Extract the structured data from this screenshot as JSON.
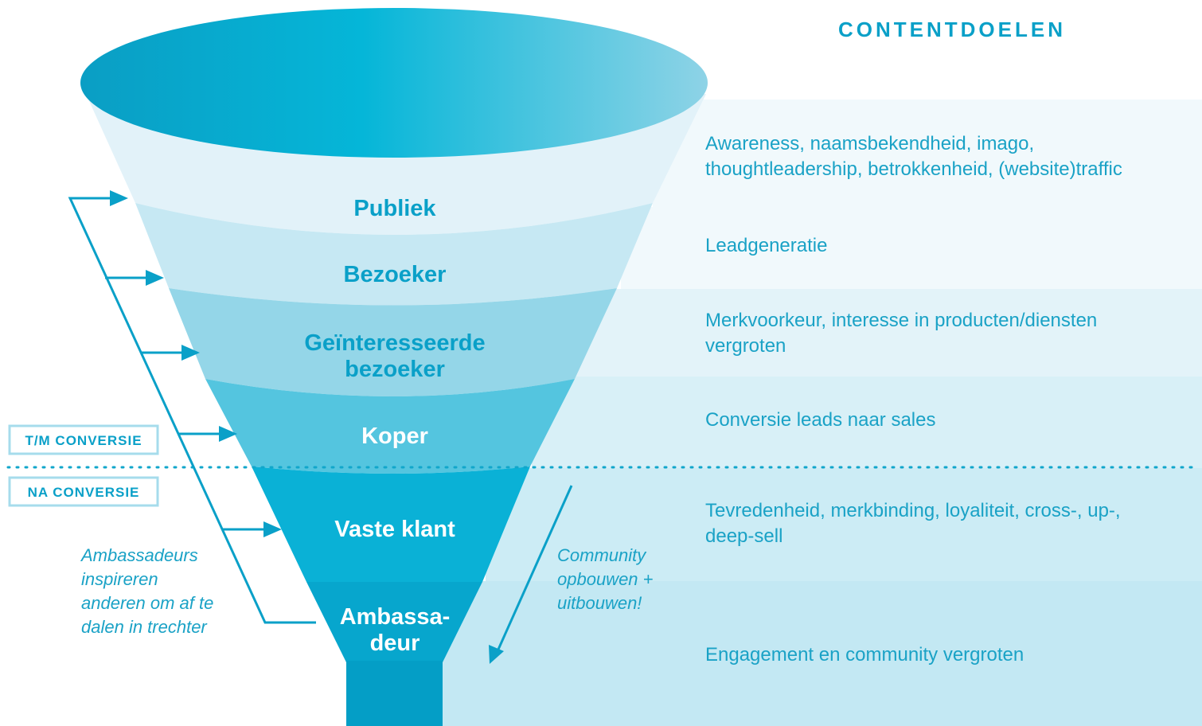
{
  "heading": "CONTENTDOELEN",
  "stages": [
    {
      "name": "Publiek",
      "goal_lines": [
        "Awareness, naamsbekendheid, imago,",
        "thoughtleadership, betrokkenheid, (website)traffic"
      ]
    },
    {
      "name": "Bezoeker",
      "goal_lines": [
        "Leadgeneratie"
      ]
    },
    {
      "name_lines": [
        "Geïnteresseerde",
        "bezoeker"
      ],
      "goal_lines": [
        "Merkvoorkeur, interesse in producten/diensten",
        "vergroten"
      ]
    },
    {
      "name": "Koper",
      "goal_lines": [
        "Conversie leads naar sales"
      ]
    },
    {
      "name": "Vaste klant",
      "goal_lines": [
        "Tevredenheid, merkbinding, loyaliteit, cross-, up-,",
        "deep-sell"
      ]
    },
    {
      "name_lines": [
        "Ambassa-",
        "deur"
      ],
      "goal_lines": [
        "Engagement en community vergroten"
      ]
    }
  ],
  "conversion": {
    "before": "T/M CONVERSIE",
    "after": "NA CONVERSIE"
  },
  "ambassador_note": [
    "Ambassadeurs",
    "inspireren",
    "anderen om af te",
    "dalen in trechter"
  ],
  "community_note": [
    "Community",
    "opbouwen +",
    "uitbouwen!"
  ],
  "colors": {
    "accent": "#0aa0c8",
    "text": "#1aa2c6",
    "stage_1": "#e2f2f9",
    "stage_2": "#c6e8f3",
    "stage_3": "#94d6e8",
    "stage_4": "#54c5df",
    "stage_5": "#0ab1d6",
    "stage_6": "#07a6cd",
    "stem": "#049ec6"
  }
}
